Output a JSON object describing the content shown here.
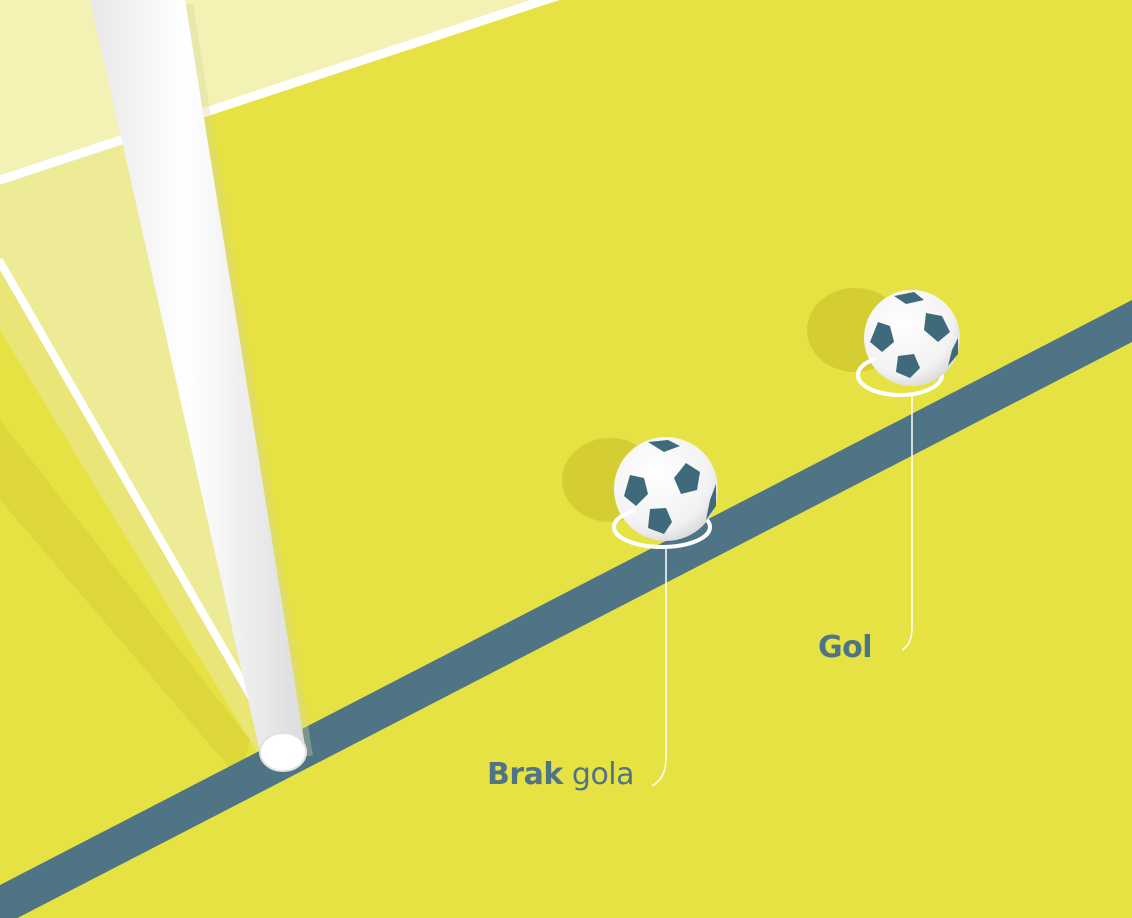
{
  "colors": {
    "pitch": "#e6e244",
    "goal_line": "#4f7486",
    "post": "#ffffff",
    "ball_patch": "#3e6a7c",
    "text": "#4f7486"
  },
  "labels": {
    "no_goal": {
      "bold": "Brak",
      "regular": "gola"
    },
    "goal": {
      "bold": "Gol"
    }
  },
  "balls": [
    {
      "name": "ball-no-goal",
      "crossed_line": false
    },
    {
      "name": "ball-goal",
      "crossed_line": true
    }
  ]
}
